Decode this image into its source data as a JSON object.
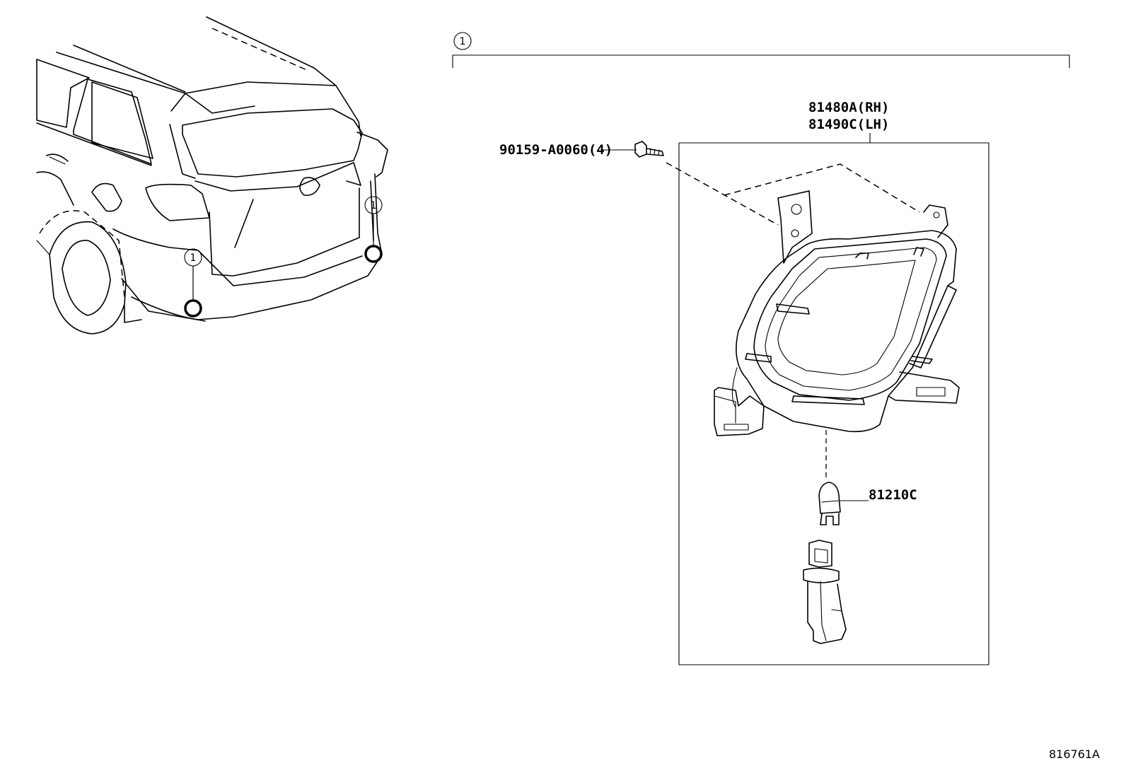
{
  "callout": {
    "number": "1"
  },
  "assembly": {
    "rh_part": "81480A(RH)",
    "lh_part": "81490C(LH)"
  },
  "parts": {
    "screw": "90159-A0060(4)",
    "bulb": "81210C"
  },
  "drawing_id": "816761A"
}
